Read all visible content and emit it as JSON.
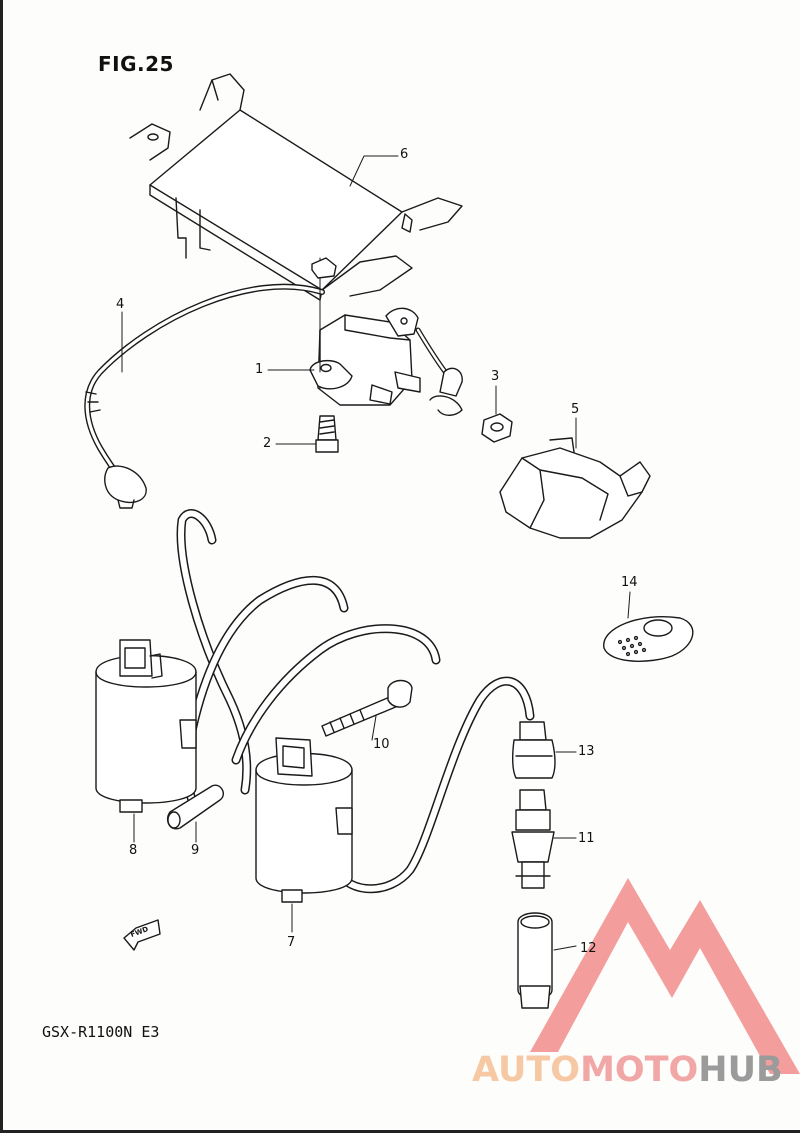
{
  "figure": {
    "title": "FIG.25",
    "model_code": "GSX-R1100N E3",
    "fwd_label": "FWD"
  },
  "callouts": [
    "1",
    "2",
    "3",
    "4",
    "5",
    "6",
    "7",
    "8",
    "9",
    "10",
    "11",
    "12",
    "13",
    "14"
  ],
  "watermark": {
    "part1": "AUTO",
    "part2": "MOTO",
    "part3": "HUB",
    "colors": {
      "auto": "#f6c9a4",
      "moto": "#f2a7a7",
      "hub": "#9b9b9b",
      "logo": "#f28c8c"
    }
  }
}
